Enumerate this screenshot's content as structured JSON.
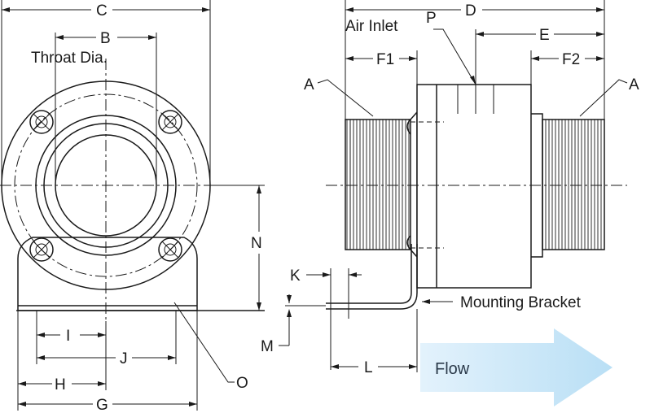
{
  "labels": {
    "A_left": "A",
    "A_right": "A",
    "B": "B",
    "C": "C",
    "D": "D",
    "E": "E",
    "F1": "F1",
    "F2": "F2",
    "G": "G",
    "H": "H",
    "I": "I",
    "J": "J",
    "K": "K",
    "L": "L",
    "M": "M",
    "N": "N",
    "O": "O",
    "P": "P"
  },
  "text": {
    "throat_dia": "Throat Dia.",
    "air_inlet": "Air Inlet",
    "mounting_bracket": "Mounting Bracket",
    "flow": "Flow"
  },
  "colors": {
    "line": "#1a1a1a",
    "flow_arrow_start": "#dbeefb",
    "flow_arrow_end": "#bfe2f7"
  }
}
